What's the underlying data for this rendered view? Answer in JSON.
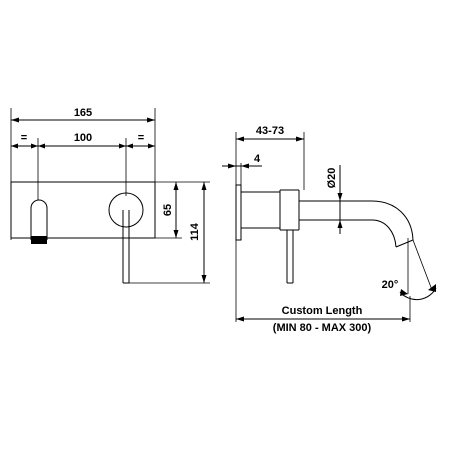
{
  "front_view": {
    "width": "165",
    "equal_left": "=",
    "center_spacing": "100",
    "equal_right": "=",
    "plate_height": "65",
    "total_height": "114"
  },
  "side_view": {
    "depth_range": "43-73",
    "plate_thickness": "4",
    "spout_diameter": "Ø20",
    "angle": "20°",
    "length_label": "Custom Length",
    "length_range": "(MIN 80 - MAX 300)"
  }
}
